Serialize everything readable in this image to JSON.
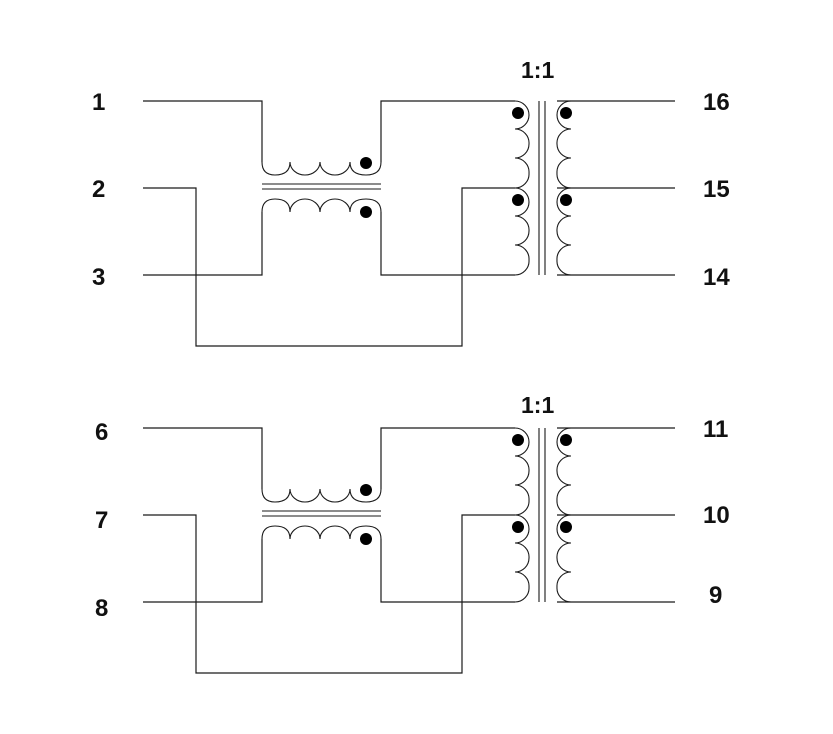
{
  "circuits": [
    {
      "id": "upper",
      "ratio_label": "1:1",
      "pins": {
        "left_top": "1",
        "left_middle": "2",
        "left_bottom": "3",
        "right_top": "16",
        "right_middle": "15",
        "right_bottom": "14"
      }
    },
    {
      "id": "lower",
      "ratio_label": "1:1",
      "pins": {
        "left_top": "6",
        "left_middle": "7",
        "left_bottom": "8",
        "right_top": "11",
        "right_middle": "10",
        "right_bottom": "9"
      }
    }
  ]
}
